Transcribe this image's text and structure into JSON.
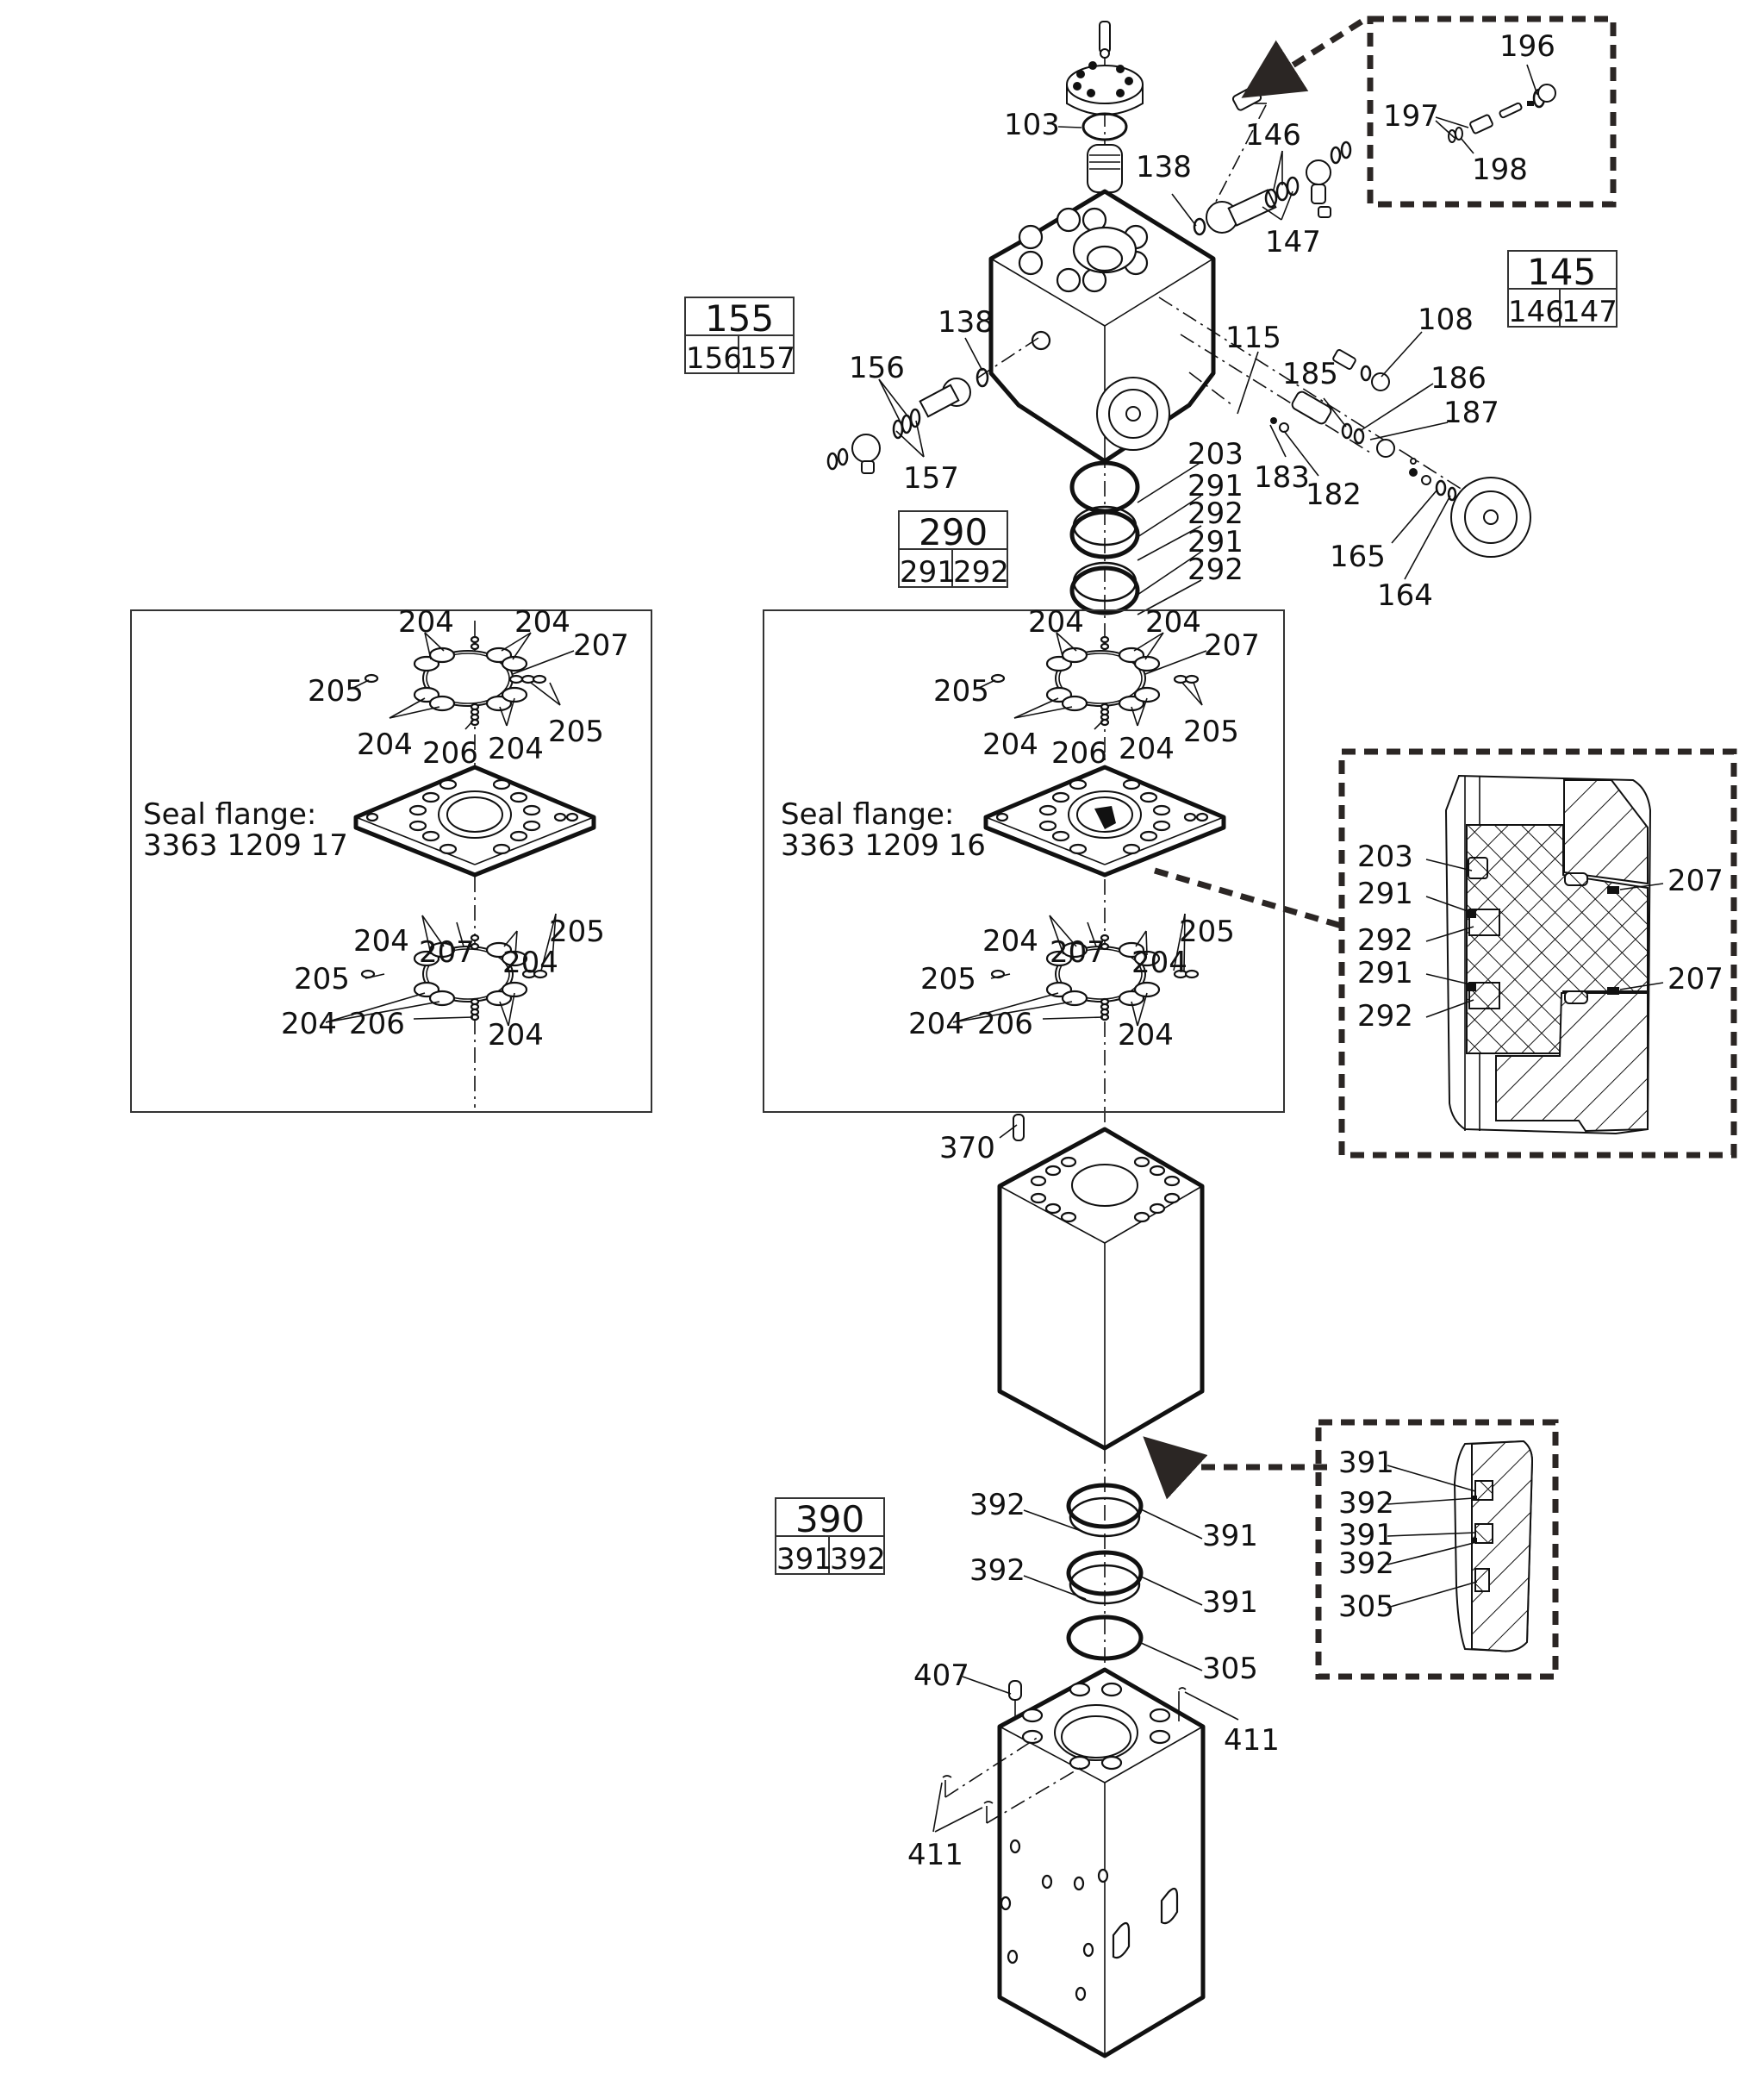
{
  "title": "Exploded parts diagram - hydraulic breaker cylinder assembly",
  "kit_tables": [
    {
      "id": "kit-145",
      "kit": "145",
      "parts": [
        "146",
        "147"
      ]
    },
    {
      "id": "kit-155",
      "kit": "155",
      "parts": [
        "156",
        "157"
      ]
    },
    {
      "id": "kit-290",
      "kit": "290",
      "parts": [
        "291",
        "292"
      ]
    },
    {
      "id": "kit-390",
      "kit": "390",
      "parts": [
        "391",
        "392"
      ]
    }
  ],
  "top_section": {
    "callouts": [
      "103",
      "138",
      "146",
      "147",
      "138",
      "156",
      "157",
      "108",
      "115",
      "185",
      "186",
      "187",
      "183",
      "182",
      "165",
      "164",
      "203",
      "291",
      "292",
      "291",
      "292"
    ]
  },
  "valve_detail": {
    "callouts": [
      "196",
      "197",
      "198"
    ]
  },
  "seal_flange_left": {
    "caption_line1": "Seal flange:",
    "caption_line2": "3363 1209 17",
    "upper_callouts": [
      "204",
      "204",
      "207",
      "205",
      "204",
      "206",
      "204",
      "205"
    ],
    "lower_callouts": [
      "204",
      "207",
      "204",
      "205",
      "205",
      "204",
      "206",
      "204"
    ]
  },
  "seal_flange_right": {
    "caption_line1": "Seal flange:",
    "caption_line2": "3363 1209 16",
    "upper_callouts": [
      "204",
      "204",
      "207",
      "205",
      "204",
      "206",
      "204",
      "205"
    ],
    "lower_callouts": [
      "204",
      "207",
      "204",
      "205",
      "205",
      "204",
      "206",
      "204"
    ]
  },
  "flange_section_detail": {
    "left_callouts": [
      "203",
      "291",
      "292",
      "291",
      "292"
    ],
    "right_callouts": [
      "207",
      "207"
    ]
  },
  "cylinder_section": {
    "callouts": [
      "370",
      "392",
      "391",
      "392",
      "391",
      "305",
      "407",
      "411",
      "411"
    ]
  },
  "lower_seal_detail": {
    "callouts": [
      "391",
      "392",
      "391",
      "392",
      "305"
    ]
  }
}
